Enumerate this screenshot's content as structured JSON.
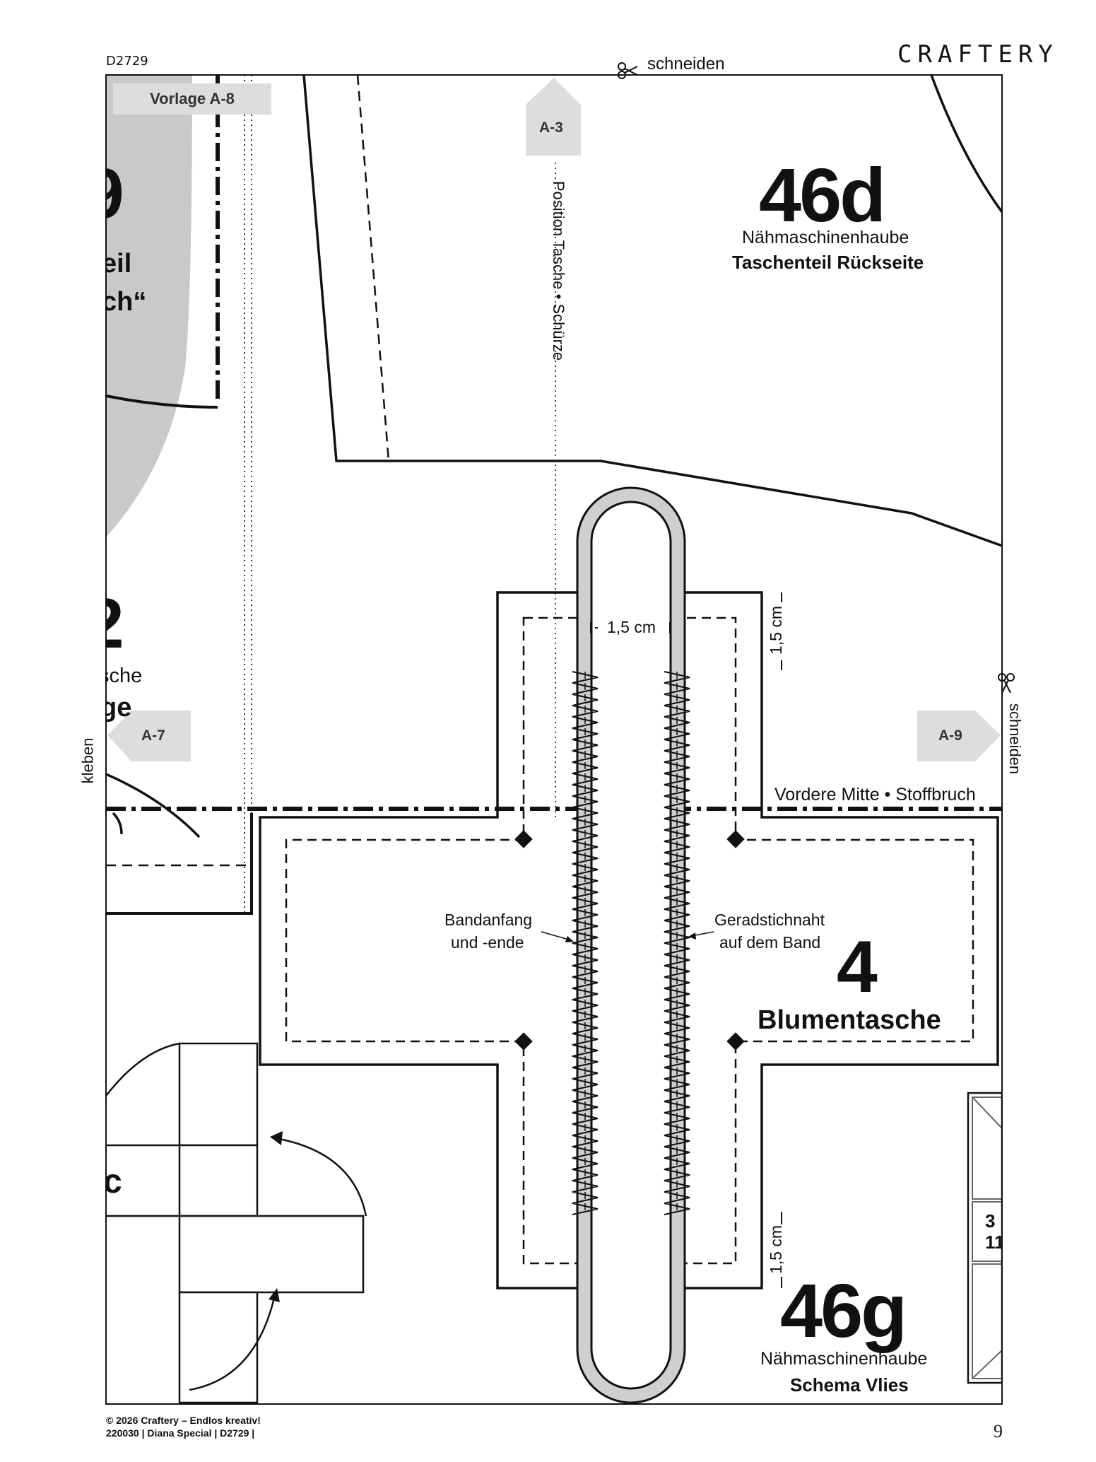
{
  "header": {
    "code": "D2729",
    "cut_top": "schneiden",
    "brand": "CRAFTERY"
  },
  "tags": {
    "template": "Vorlage A-8",
    "top": "A-3",
    "left": "A-7",
    "right": "A-9"
  },
  "side_labels": {
    "left": "kleben",
    "right": "schneiden"
  },
  "guides": {
    "vertical": "Position Tasche • Schürze",
    "fold": "Vordere Mitte • Stoffbruch"
  },
  "pieces": {
    "p46d": {
      "number": "46d",
      "title": "Nähmaschinenhaube",
      "subtitle": "Taschenteil Rückseite"
    },
    "p4": {
      "number": "4",
      "title": "Blumentasche"
    },
    "p46g": {
      "number": "46g",
      "title": "Nähmaschinenhaube",
      "subtitle": "Schema Vlies"
    }
  },
  "fragments": {
    "f1": "9",
    "f2": "eil",
    "f3": "ch“",
    "f4": "2",
    "f5": "sche",
    "f6": "ge",
    "f7": "c",
    "f8": "3",
    "f9": "11"
  },
  "measures": {
    "top_horizontal": "1,5 cm",
    "top_vertical": "1,5 cm",
    "bottom_vertical": "1,5 cm"
  },
  "annotations": {
    "left_line1": "Bandanfang",
    "left_line2": "und -ende",
    "right_line1": "Geradstichnaht",
    "right_line2": "auf dem Band"
  },
  "footer": {
    "copyright": "© 2026 Craftery – Endlos kreativ!",
    "ref": "220030 | Diana Special | D2729 |",
    "page": "9"
  }
}
